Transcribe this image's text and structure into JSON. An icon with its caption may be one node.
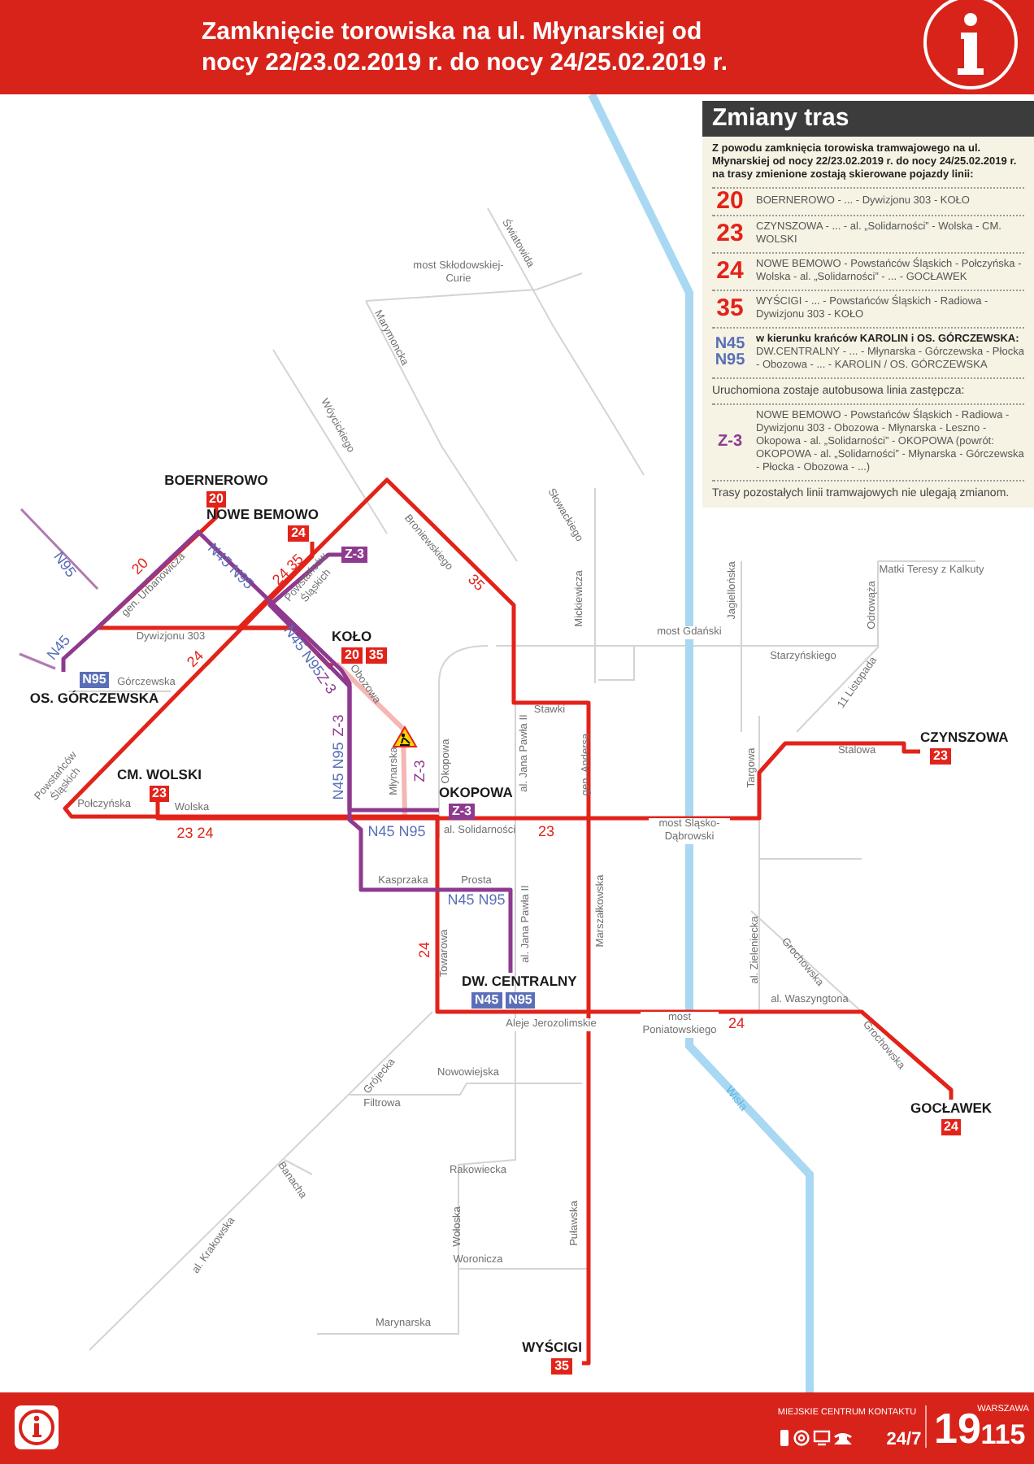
{
  "diagram": {
    "title": "Zamknięcie torowiska na ul. Młynarskiej od nocy 22/23.02.2019 r. do nocy 24/25.02.2019 r.",
    "nodes": [
      {
        "text": [
          "BOERNEROWO",
          "20"
        ]
      },
      {
        "text": [
          "NOWE BEMOWO",
          "24"
        ]
      },
      {
        "text": [
          "KOŁO",
          "20",
          "35"
        ]
      },
      {
        "text": [
          "N95",
          "OS. GÓRCZEWSKA"
        ]
      },
      {
        "text": [
          "CZYNSZOWA",
          "23"
        ]
      },
      {
        "text": [
          "CM. WOLSKI",
          "23"
        ]
      },
      {
        "text": [
          "OKOPOWA",
          "Z-3"
        ]
      },
      {
        "text": [
          "DW. CENTRALNY",
          "N45",
          "N95"
        ]
      },
      {
        "text": [
          "GOCŁAWEK",
          "24"
        ]
      },
      {
        "text": [
          "WYŚCIGI",
          "35"
        ]
      },
      {
        "text": [
          "Zmiany tras",
          "Z powodu zamknięcia torowiska tramwajowego na ul. Młynarskiej od nocy 22/23.02.2019 r. do nocy 24/25.02.2019 r. na trasy zmienione zostają skierowane pojazdy linii:",
          "20",
          "BOERNEROWO - ... - Dywizjonu 303 - KOŁO",
          "23",
          "CZYNSZOWA - ... - al. „Solidarności” - Wolska - CM. WOLSKI",
          "24",
          "NOWE BEMOWO - Powstańców Śląskich - Połczyńska - Wolska - al. „Solidarności” - ... - GOCŁAWEK",
          "35",
          "WYŚCIGI - ... - Powstańców Śląskich - Radiowa - Dywizjonu 303 - KOŁO",
          "N45 N95",
          "w kierunku krańców KAROLIN i OS. GÓRCZEWSKA:",
          "DW.CENTRALNY - ... - Młynarska - Górczewska - Płocka - Obozowa - ... - KAROLIN / OS. GÓRCZEWSKA",
          "Uruchomiona zostaje autobusowa linia zastępcza:",
          "Z-3",
          "NOWE BEMOWO - Powstańców Śląskich - Radiowa - Dywizjonu 303 - Obozowa - Młynarska - Leszno - Okopowa - al. „Solidarności” - OKOPOWA (powrót: OKOPOWA - al. „Solidarności” - Młynarska - Górczewska - Płocka - Obozowa - ...)",
          "Trasy pozostałych linii tramwajowych nie ulegają zmianom."
        ]
      },
      {
        "text": [
          "Z-3"
        ]
      }
    ],
    "edges": [
      {
        "from": 0,
        "to": 2,
        "arrow": "none"
      },
      {
        "from": 1,
        "to": 8,
        "arrow": "none"
      },
      {
        "from": 5,
        "to": 4,
        "arrow": "none"
      },
      {
        "from": 9,
        "to": 2,
        "arrow": "none"
      },
      {
        "from": 11,
        "to": 6,
        "arrow": "none",
        "color": "#8e3a8f"
      },
      {
        "from": 3,
        "to": 7,
        "arrow": "none",
        "color": "#8e3a8f"
      }
    ],
    "labels": [
      "Światowida",
      "most Skłodowskiej-Curie",
      "Marymoncka",
      "Wóycickiego",
      "Słowackiego",
      "Broniewskiego",
      "N95",
      "20",
      "gen. Urbanowicza",
      "N45 N95",
      "24 35",
      "Powstańców Śląskich",
      "35",
      "Mickiewicza",
      "Jagiellońska",
      "Odrowąża",
      "Matki Teresy z Kalkuty",
      "N45",
      "Dywizjonu 303",
      "24",
      "N45 N95",
      "most Gdański",
      "Starzyńskiego",
      "Górczewska",
      "Z-3",
      "Obozowa",
      "11 Listopada",
      "Z-3",
      "Stawki",
      "Powstańców Śląskich",
      "N45 N95",
      "Młynarska",
      "Z-3",
      "Okopowa",
      "al. Jana Pawła II",
      "gen. Andersa",
      "Targowa",
      "Stalowa",
      "Połczyńska",
      "Wolska",
      "23 24",
      "N45 N95",
      "al. Solidarności",
      "23",
      "most Śląsko-Dąbrowski",
      "Kasprzaka",
      "Prosta",
      "N45 N95",
      "Marszałkowska",
      "24",
      "Towarowa",
      "al. Jana Pawła II",
      "al. Zieleniecka",
      "Grochowska",
      "al. Waszyngtona",
      "Aleje Jerozolimskie",
      "most Poniatowskiego",
      "24",
      "Grochowska",
      "Grójecka",
      "Nowowiejska",
      "Filtrowa",
      "Wisła",
      "Banacha",
      "Rakowiecka",
      "al. Krakowska",
      "Wołoska",
      "Puławska",
      "Woronicza",
      "Marynarska",
      "MIEJSKIE CENTRUM KONTAKTU",
      "24/7",
      "19",
      "WARSZAWA",
      "115"
    ]
  }
}
